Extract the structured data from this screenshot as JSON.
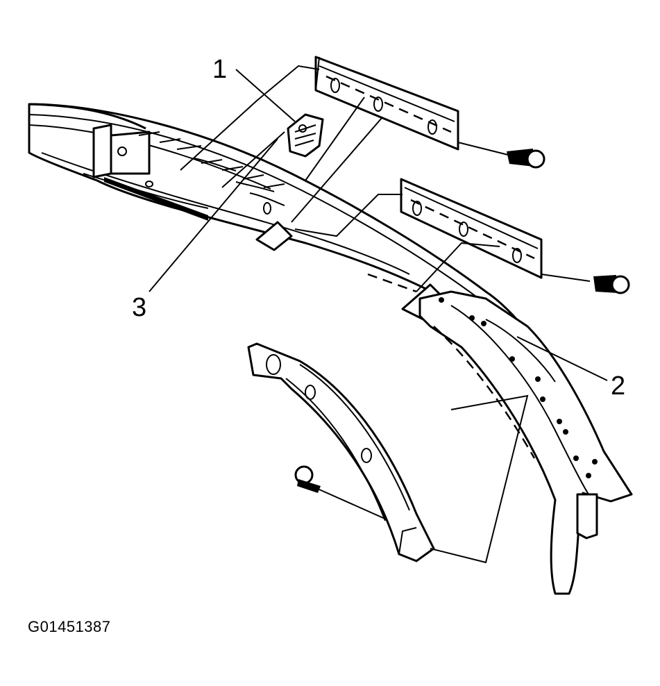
{
  "diagram": {
    "figure_id": "G01451387",
    "callouts": [
      "1",
      "2",
      "3"
    ],
    "line_color": "#000000",
    "background_color": "#ffffff"
  }
}
